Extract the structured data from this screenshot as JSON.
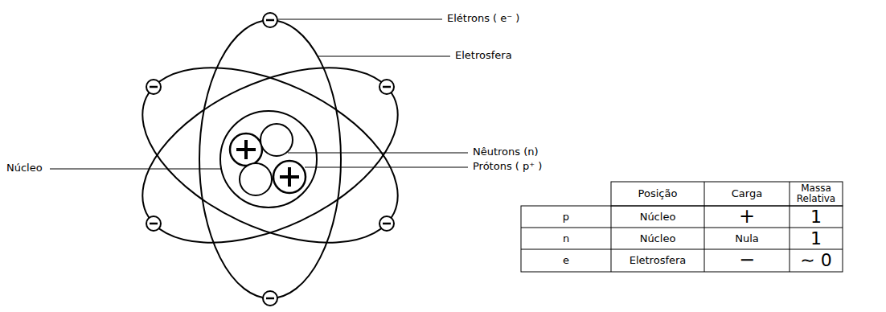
{
  "diagram": {
    "labels": [
      "Elétrons ( e⁻ )",
      "Eletrosfera",
      "Nêutrons (n)",
      "Prótons ( p⁺ )",
      "Núcleo",
      "Posição",
      "Carga",
      "Massa Relativa",
      "p",
      "Núcleo",
      "+",
      "1",
      "n",
      "Núcleo",
      "Nula",
      "1",
      "e",
      "Eletrosfera",
      "−",
      "∼ 0"
    ]
  }
}
